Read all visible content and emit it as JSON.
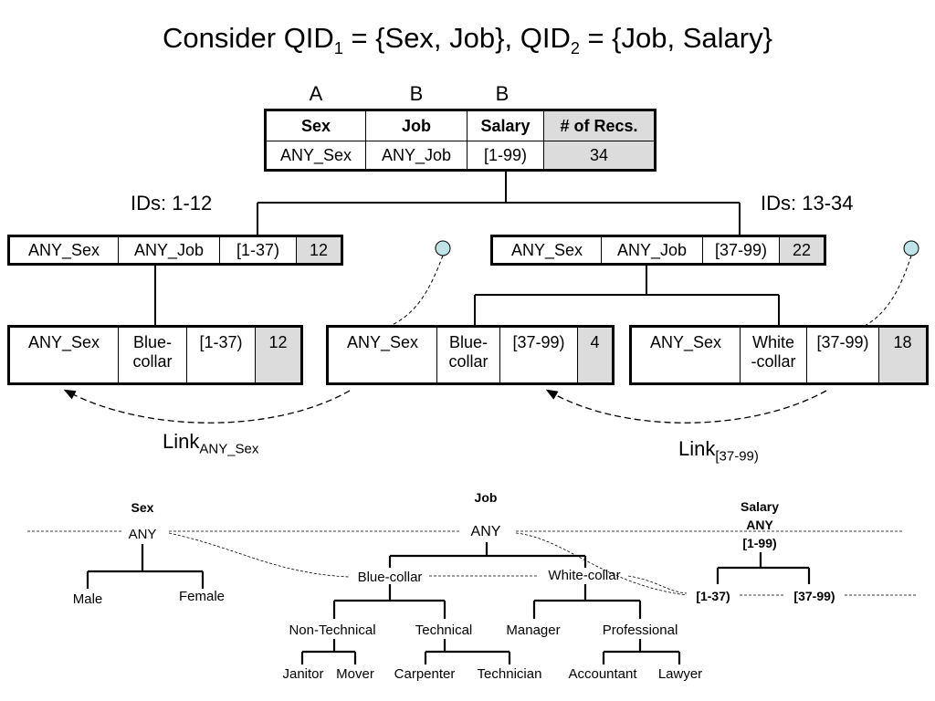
{
  "title": {
    "lead": "Consider QID",
    "s1": "1",
    "mid": " = {Sex, Job}, QID",
    "s2": "2",
    "tail": " = {Job, Salary}"
  },
  "column_marks": [
    "A",
    "B",
    "B"
  ],
  "root": {
    "headers": [
      "Sex",
      "Job",
      "Salary",
      "# of Recs."
    ],
    "row": [
      "ANY_Sex",
      "ANY_Job",
      "[1-99)",
      "34"
    ]
  },
  "ids_left": "IDs: 1-12",
  "ids_right": "IDs: 13-34",
  "level1": {
    "left": [
      "ANY_Sex",
      "ANY_Job",
      "[1-37)",
      "12"
    ],
    "right": [
      "ANY_Sex",
      "ANY_Job",
      "[37-99)",
      "22"
    ]
  },
  "level2": {
    "a": [
      "ANY_Sex",
      "Blue-\ncollar",
      "[1-37)",
      "12"
    ],
    "b": [
      "ANY_Sex",
      "Blue-\ncollar",
      "[37-99)",
      "4"
    ],
    "c": [
      "ANY_Sex",
      "White\n-collar",
      "[37-99)",
      "18"
    ]
  },
  "links": {
    "left": {
      "main": "Link",
      "sub": "ANY_Sex"
    },
    "right": {
      "main": "Link",
      "sub": "[37-99)"
    }
  },
  "taxonomy": {
    "sex": {
      "title": "Sex",
      "root": "ANY",
      "children": [
        "Male",
        "Female"
      ]
    },
    "job": {
      "title": "Job",
      "root": "ANY",
      "level1": [
        "Blue-collar",
        "White-collar"
      ],
      "level2": [
        "Non-Technical",
        "Technical",
        "Manager",
        "Professional"
      ],
      "level3": [
        "Janitor",
        "Mover",
        "Carpenter",
        "Technician",
        "Accountant",
        "Lawyer"
      ]
    },
    "salary": {
      "title": "Salary",
      "root_line1": "ANY",
      "root_line2": "[1-99)",
      "children": [
        "[1-37)",
        "[37-99)"
      ]
    }
  }
}
